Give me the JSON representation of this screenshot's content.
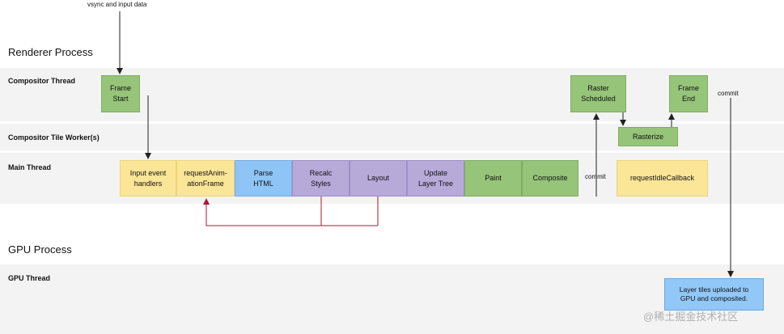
{
  "top_note": "vsync and input data",
  "renderer_process": "Renderer Process",
  "gpu_process": "GPU Process",
  "threads": {
    "compositor": "Compositor Thread",
    "tile_worker": "Compositor Tile Worker(s)",
    "main": "Main Thread",
    "gpu": "GPU Thread"
  },
  "boxes": {
    "frame_start": "Frame\nStart",
    "raster_scheduled": "Raster\nScheduled",
    "frame_end": "Frame\nEnd",
    "rasterize": "Rasterize",
    "input_event_handlers": "Input event\nhandlers",
    "request_animation_frame": "requestAnim-\nationFrame",
    "parse_html": "Parse\nHTML",
    "recalc_styles": "Recalc\nStyles",
    "layout": "Layout",
    "update_layer_tree": "Update\nLayer Tree",
    "paint": "Paint",
    "composite": "Composite",
    "request_idle_callback": "requestIdleCallback",
    "layer_tiles": "Layer tiles uploaded to\nGPU and composited."
  },
  "notes": {
    "commit_main": "commit",
    "commit_right": "commit"
  },
  "watermark": "@稀土掘金技术社区",
  "colors": {
    "green": "#96c479",
    "yellow": "#fbe596",
    "blue": "#8fc4f6",
    "purple": "#b7a9d8",
    "red_arrow": "#b3123a",
    "band": "#f3f3f3"
  }
}
